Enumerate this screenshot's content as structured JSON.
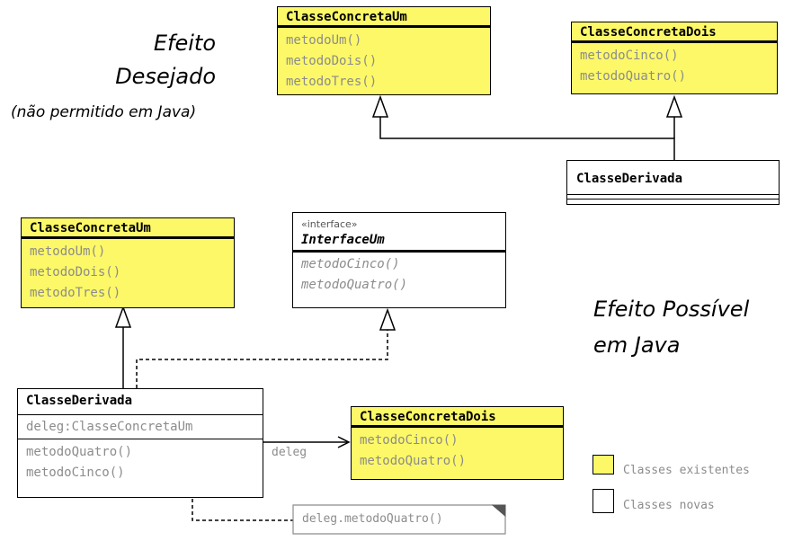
{
  "top": {
    "title_line1": "Efeito",
    "title_line2": "Desejado",
    "subtitle": "(não permitido em Java)",
    "class_um": {
      "name": "ClasseConcretaUm",
      "methods": [
        "metodoUm()",
        "metodoDois()",
        "metodoTres()"
      ]
    },
    "class_dois": {
      "name": "ClasseConcretaDois",
      "methods": [
        "metodoCinco()",
        "metodoQuatro()"
      ]
    },
    "derivada": {
      "name": "ClasseDerivada"
    }
  },
  "bottom": {
    "title_line1": "Efeito Possível",
    "title_line2": "em Java",
    "class_um": {
      "name": "ClasseConcretaUm",
      "methods": [
        "metodoUm()",
        "metodoDois()",
        "metodoTres()"
      ]
    },
    "interface": {
      "stereotype": "«interface»",
      "name": "InterfaceUm",
      "methods": [
        "metodoCinco()",
        "metodoQuatro()"
      ]
    },
    "derivada": {
      "name": "ClasseDerivada",
      "attribute": "deleg:ClasseConcretaUm",
      "methods": [
        "metodoQuatro()",
        "metodoCinco()"
      ]
    },
    "class_dois": {
      "name": "ClasseConcretaDois",
      "methods": [
        "metodoCinco()",
        "metodoQuatro()"
      ]
    },
    "assoc_label": "deleg",
    "note": "deleg.metodoQuatro()"
  },
  "legend": {
    "existing": "Classes existentes",
    "new": "Classes novas",
    "existing_color": "#fcf868",
    "new_color": "#ffffff"
  }
}
